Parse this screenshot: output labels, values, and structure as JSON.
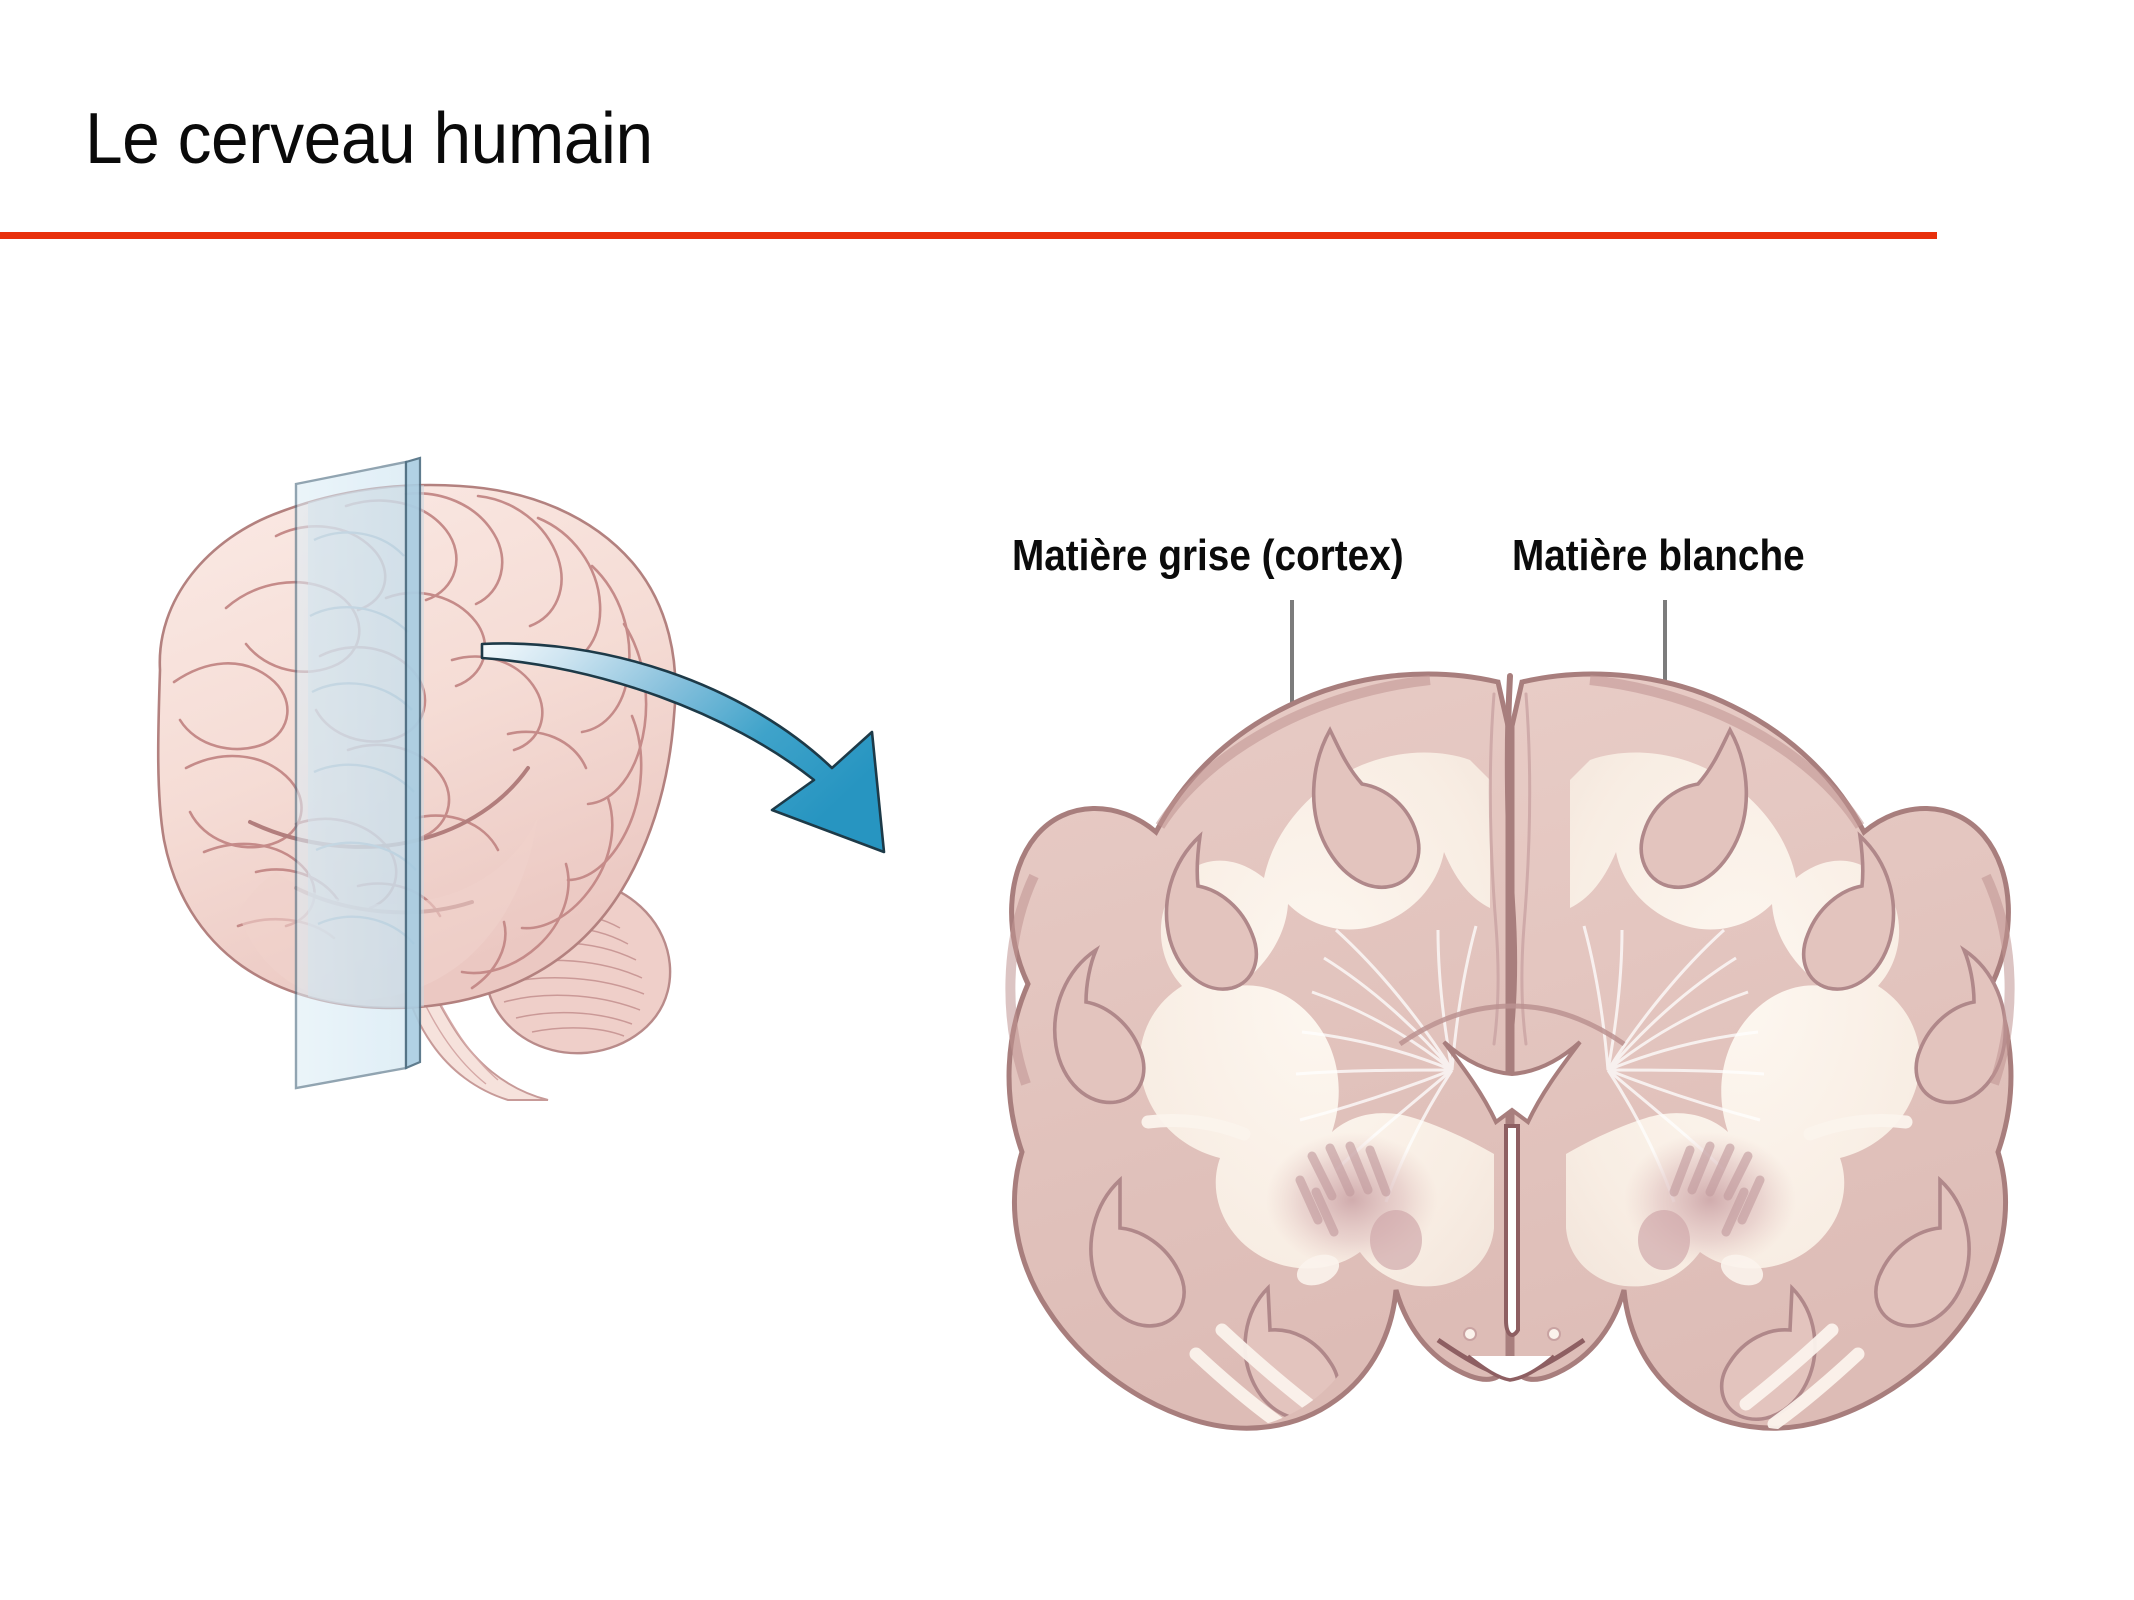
{
  "slide": {
    "title": "Le cerveau humain",
    "accent_color": "#E8300C",
    "background_color": "#FFFFFF"
  },
  "figures": {
    "lateral_brain": {
      "name": "lateral-brain-illustration",
      "description": "Vue latérale du cerveau humain avec plan de coupe coronal transparent",
      "brain_color": "#F4DAD3",
      "sulci_color": "#C08A88",
      "cutting_plane_color": "#D4E8F2"
    },
    "arrow": {
      "name": "curved-arrow",
      "tail_color": "#E6F1F7",
      "head_color": "#2E9BC4"
    },
    "coronal_section": {
      "name": "coronal-section-illustration",
      "description": "Coupe coronale du cerveau montrant la matière grise et la matière blanche",
      "grey_matter_color": "#E3C4BE",
      "white_matter_color": "#F7EDE4",
      "outline_color": "#A8807F",
      "basal_ganglia_color": "#D2ADAE"
    }
  },
  "callouts": [
    {
      "id": "grey-matter",
      "label": "Matière grise (cortex)"
    },
    {
      "id": "white-matter",
      "label": "Matière blanche"
    }
  ]
}
